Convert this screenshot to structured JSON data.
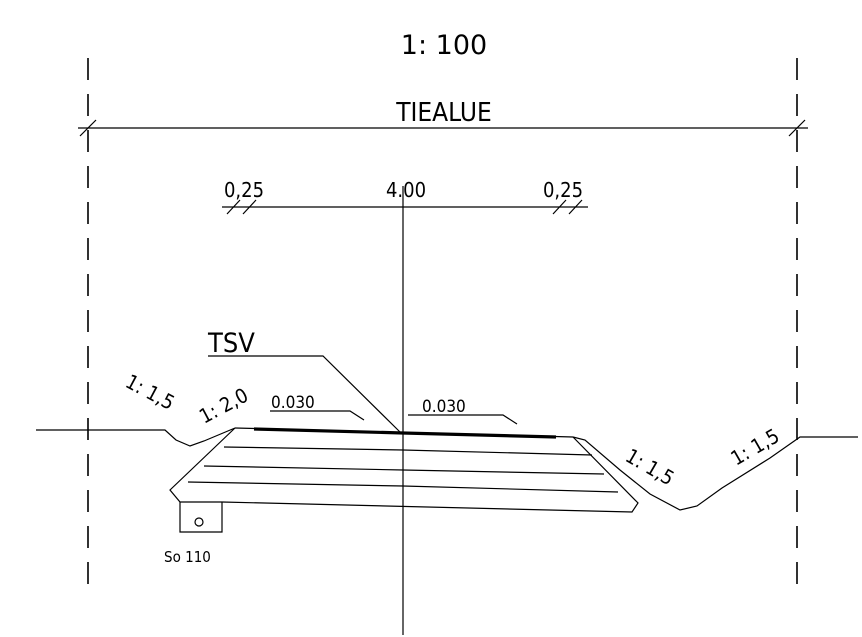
{
  "scale": "1: 100",
  "labels": {
    "road_area": "TIEALUE",
    "width_left_shoulder": "0,25",
    "width_carriageway": "4.00",
    "width_right_shoulder": "0,25",
    "surface_type": "TSV",
    "slope_left_outer": "1: 1,5",
    "slope_left_inner": "1: 2,0",
    "crossfall_left": "0.030",
    "crossfall_right": "0.030",
    "slope_right_inner": "1: 1,5",
    "slope_right_outer": "1: 1,5",
    "drain": "So 110"
  }
}
